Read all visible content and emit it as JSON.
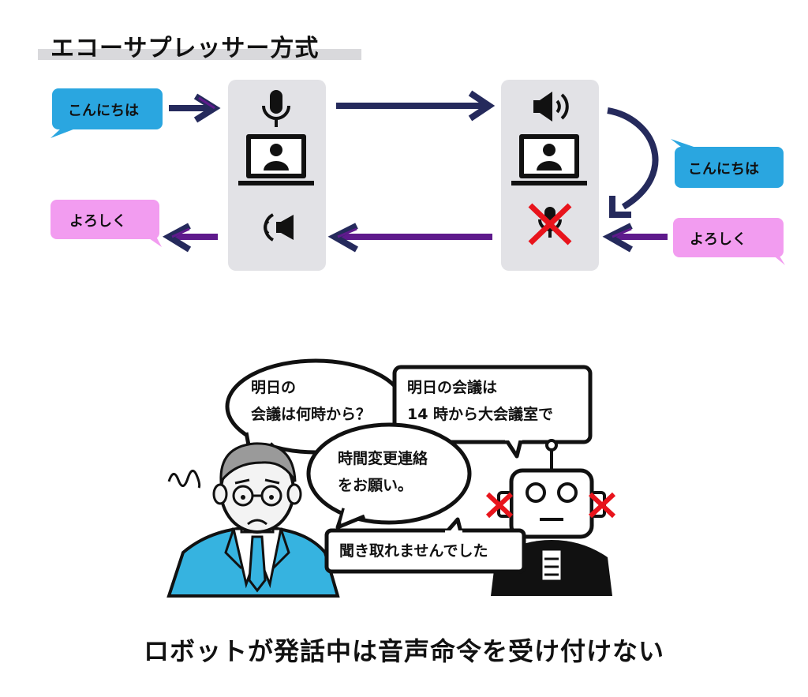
{
  "title": "エコーサプレッサー方式",
  "flow": {
    "input_left_bubble": "こんにちは",
    "output_left_bubble": "よろしく",
    "input_right_bubble": "こんにちは",
    "output_right_bubble": "よろしく",
    "colors": {
      "navy_arrow": "#252a5c",
      "purple_arrow": "#5e1a8c",
      "blue_bubble": "#2aa6e0",
      "pink_bubble": "#f29cf0",
      "panel": "#e2e2e6",
      "cross": "#e8141c"
    },
    "icons": [
      "microphone-icon",
      "laptop-user-icon",
      "speaker-icon",
      "speaker-muted-icon",
      "mic-crossed-icon"
    ]
  },
  "scene": {
    "man_bubble_1": [
      "明日の",
      "会議は何時から？"
    ],
    "robot_bubble_1": [
      "明日の会議は",
      "14 時から大会議室で"
    ],
    "man_bubble_2": [
      "時間変更連絡",
      "をお願い。"
    ],
    "robot_bubble_2": "聞き取れませんでした",
    "colors": {
      "suit": "#36b3e0",
      "cross": "#e8141c"
    }
  },
  "caption": "ロボットが発話中は音声命令を受け付けない"
}
